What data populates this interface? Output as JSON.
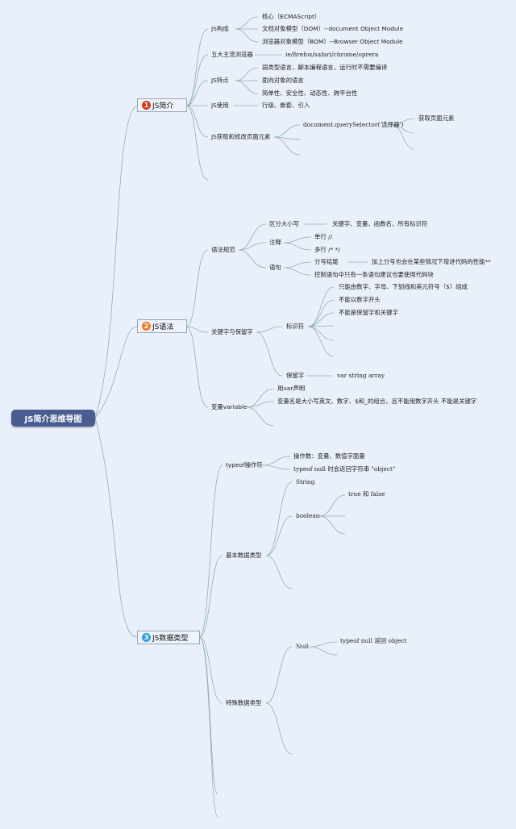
{
  "root": "JS简介思维导图",
  "colors": {
    "badge1": "#d9381e",
    "badge2": "#f07a28",
    "badge3": "#2f9fd8",
    "line": "#8fb0b0",
    "root": "#4a5d93"
  },
  "sections": [
    {
      "badge": "1",
      "label": "JS简介",
      "items": {
        "composition": "JS构成",
        "composition_children": [
          "核心（ECMAScript）",
          "文档对象模型（DOM）--document Object Module",
          "浏览器对象模型（BOM）--Browser Object Module"
        ],
        "browsers": "五大主流浏览器",
        "browsers_value": "ie/firefox/safari/chrome/oprera",
        "features": "JS特点",
        "features_children": [
          "弱类型语言，脚本编程语言，运行时不需要编译",
          "面向对象的语言",
          "简单性、安全性、动态性、跨平台性"
        ],
        "usage": "JS使用",
        "usage_value": "行级、嵌套、引入",
        "getset": "JS获取和修改页面元素",
        "query": "document.querySelector('选择器')",
        "query_result": "获取页面元素"
      }
    },
    {
      "badge": "2",
      "label": "JS语法",
      "items": {
        "rules": "语法规范",
        "case": "区分大小写",
        "case_value": "关键字、变量、函数名、所有标识符",
        "comment": "注释",
        "comment_single": "单行 //",
        "comment_multi": "多行 /* */",
        "statement": "语句",
        "semicolon": "分号结尾",
        "semicolon_note": "加上分号也会在某些情况下增进代码的性能**",
        "block": "控制语句中只有一条语句建议也要使用代码块",
        "keywords": "关键字与保留字",
        "identifier": "标识符",
        "identifier_rules": [
          "只能由数字、字母、下划线和美元符号（$）组成",
          "不能以数字开头",
          "不能是保留字和关键字"
        ],
        "reserved": "保留字",
        "reserved_value": "var string array",
        "variable": "变量variable",
        "var_decl": "用var声明",
        "var_naming": "变量名是大小写英文、数字、$和_的组合，且不能用数字开头 不能是关键字"
      }
    },
    {
      "badge": "3",
      "label": "JS数据类型",
      "items": {
        "typeof": "typeof操作符",
        "typeof_operand": "操作数：变量、数值字面量",
        "typeof_null": "typeof null 时会返回字符串 \"object\"",
        "basic": "基本数据类型",
        "string": "String",
        "boolean": "boolean",
        "boolean_value": "true 和 false",
        "special": "特殊数据类型",
        "null": "Null",
        "null_value": "typeof null 返回 object"
      }
    }
  ]
}
